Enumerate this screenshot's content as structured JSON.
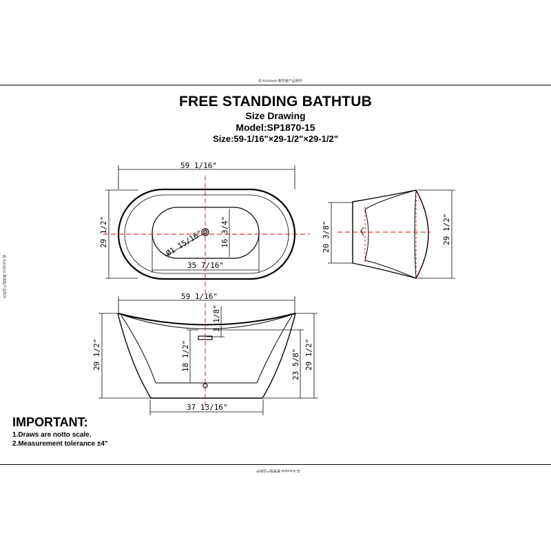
{
  "watermark": "由 Autodesk 教育版产品制作",
  "title": {
    "main": "FREE STANDING BATHTUB",
    "sub": "Size Drawing",
    "model": "Model:SP1870-15",
    "size": "Size:59-1/16\"×29-1/2\"×29-1/2\""
  },
  "dimensions": {
    "top_length": "59 1/16\"",
    "top_width": "29 1/2\"",
    "inner_depth": "16 3/4\"",
    "drain_dia": "Ø1 15/16\"",
    "inner_length": "35 7/16\"",
    "side_height": "20 3/8\"",
    "side_width": "29 1/2\"",
    "front_length": "59 1/16\"",
    "rim_drop": "3 1/8\"",
    "left_height": "29 1/2\"",
    "inner_height": "18 1/2\"",
    "overflow_height": "23 5/8\"",
    "right_height": "29 1/2\"",
    "base_length": "37 13/16\""
  },
  "important": {
    "heading": "IMPORTANT:",
    "items": [
      "1.Draws are notto scale.",
      "2.Measurement tolerance ±4\""
    ]
  },
  "colors": {
    "line": "#000000",
    "centerline": "#e00000"
  }
}
